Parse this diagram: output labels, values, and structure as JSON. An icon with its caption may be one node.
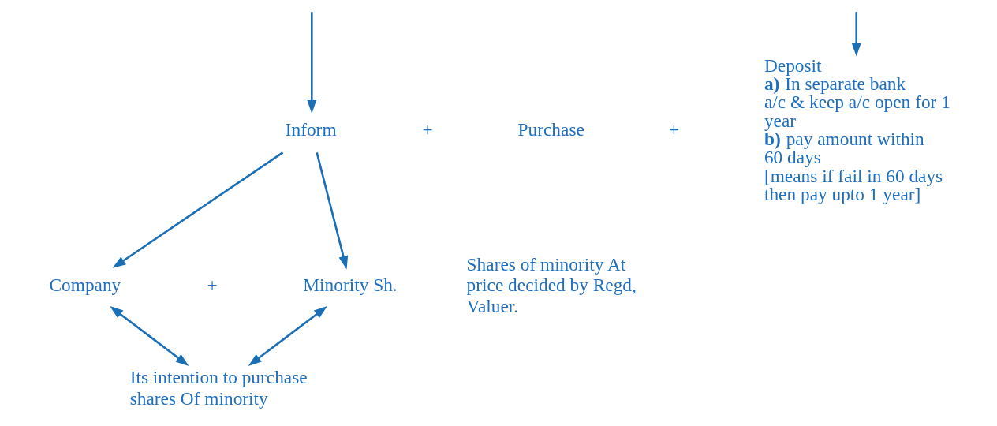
{
  "diagram": {
    "nodes": [
      {
        "text": [
          "Inform"
        ]
      },
      {
        "text": [
          "Company"
        ]
      },
      {
        "text": [
          "Minority Sh."
        ]
      },
      {
        "text": [
          "Its intention to purchase shares Of minority"
        ]
      },
      {
        "text": [
          "Deposit",
          "**a)** In separate bank a/c & keep a/c open for 1 year",
          "**b)** pay amount within 60 days",
          "[means if fail in 60 days then pay upto 1 year]"
        ]
      }
    ],
    "edges": [
      {
        "from": null,
        "to": 0,
        "arrow": "to"
      },
      {
        "from": null,
        "to": 4,
        "arrow": "to"
      },
      {
        "from": 0,
        "to": 1,
        "arrow": "to"
      },
      {
        "from": 0,
        "to": 2,
        "arrow": "to"
      },
      {
        "from": 1,
        "to": 3,
        "arrow": "both"
      },
      {
        "from": 2,
        "to": 3,
        "arrow": "both"
      }
    ],
    "labels": [
      "+",
      "Purchase",
      "+",
      "Shares of minority At price decided by Regd, Valuer.",
      "+"
    ]
  }
}
